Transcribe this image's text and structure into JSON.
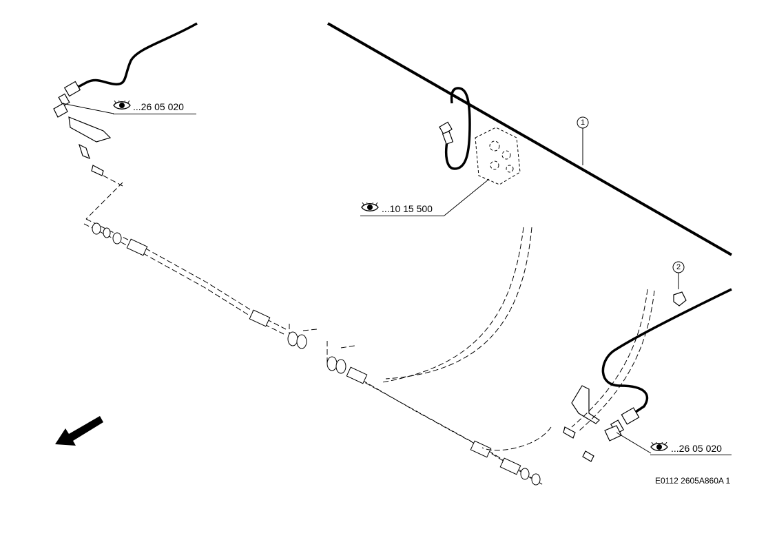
{
  "references": [
    {
      "text": "...26 05 020",
      "icon": "eye-icon"
    },
    {
      "text": "...10 15 500",
      "icon": "eye-icon"
    },
    {
      "text": "...26 05 020",
      "icon": "eye-icon"
    }
  ],
  "callouts": [
    "1",
    "2"
  ],
  "drawing_code": "E0112 2605A860A 1",
  "direction_arrow": "arrow-icon"
}
